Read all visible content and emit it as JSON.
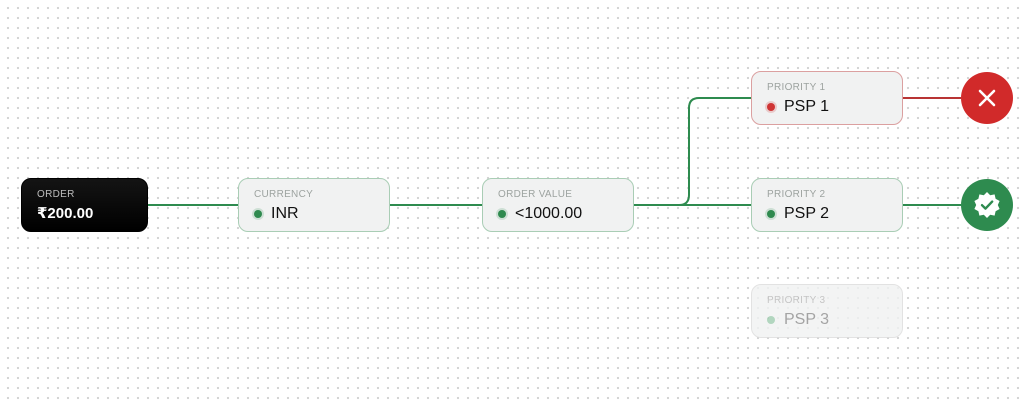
{
  "nodes": {
    "order": {
      "label": "ORDER",
      "value": "₹200.00"
    },
    "currency": {
      "label": "CURRENCY",
      "value": "INR"
    },
    "order_value": {
      "label": "ORDER VALUE",
      "value": "<1000.00"
    },
    "priority1": {
      "label": "PRIORITY 1",
      "value": "PSP 1",
      "status": "failed"
    },
    "priority2": {
      "label": "PRIORITY 2",
      "value": "PSP 2",
      "status": "success"
    },
    "priority3": {
      "label": "PRIORITY 3",
      "value": "PSP 3",
      "status": "inactive"
    }
  },
  "colors": {
    "success": "#2e8b4f",
    "failure": "#d12a2a",
    "node_bg": "#f1f2f2",
    "order_bg": "#000000"
  },
  "icons": {
    "failure": "close-x-icon",
    "success": "verified-badge-check-icon"
  }
}
